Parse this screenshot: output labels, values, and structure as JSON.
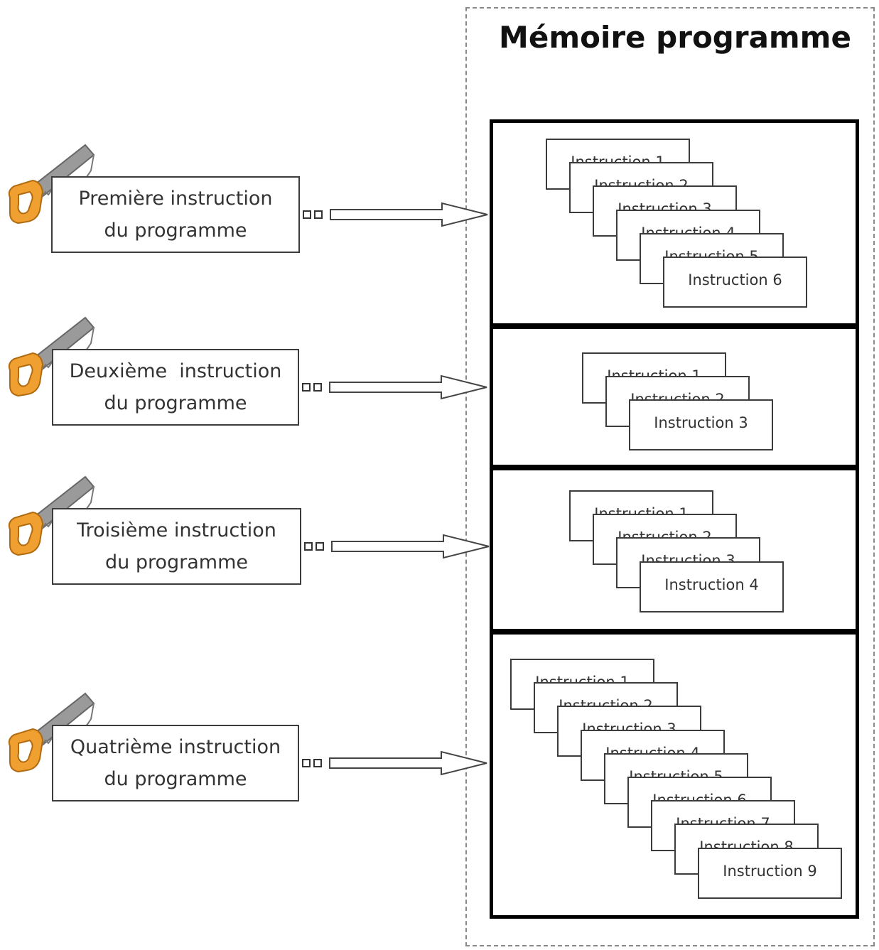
{
  "memory_title": "Mémoire programme",
  "steps": [
    {
      "line1": "Première instruction",
      "line2": "du programme",
      "memory_instructions": [
        "Instruction 1",
        "Instruction 2",
        "Instruction 3",
        "Instruction 4",
        "Instruction 5",
        "Instruction 6"
      ]
    },
    {
      "line1": "Deuxième  instruction",
      "line2": "du programme",
      "memory_instructions": [
        "Instruction 1",
        "Instruction 2",
        "Instruction 3"
      ]
    },
    {
      "line1": "Troisième instruction",
      "line2": "du programme",
      "memory_instructions": [
        "Instruction 1",
        "Instruction 2",
        "Instruction 3",
        "Instruction 4"
      ]
    },
    {
      "line1": "Quatrième instruction",
      "line2": "du programme",
      "memory_instructions": [
        "Instruction 1",
        "Instruction 2",
        "Instruction 3",
        "Instruction 4",
        "Instruction 5",
        "Instruction 6",
        "Instruction 7",
        "Instruction 8",
        "Instruction 9"
      ]
    }
  ],
  "icon": "saw-icon",
  "colors": {
    "saw_handle": "#f0a030",
    "saw_blade": "#9a9a9a",
    "block_border": "#000000"
  }
}
